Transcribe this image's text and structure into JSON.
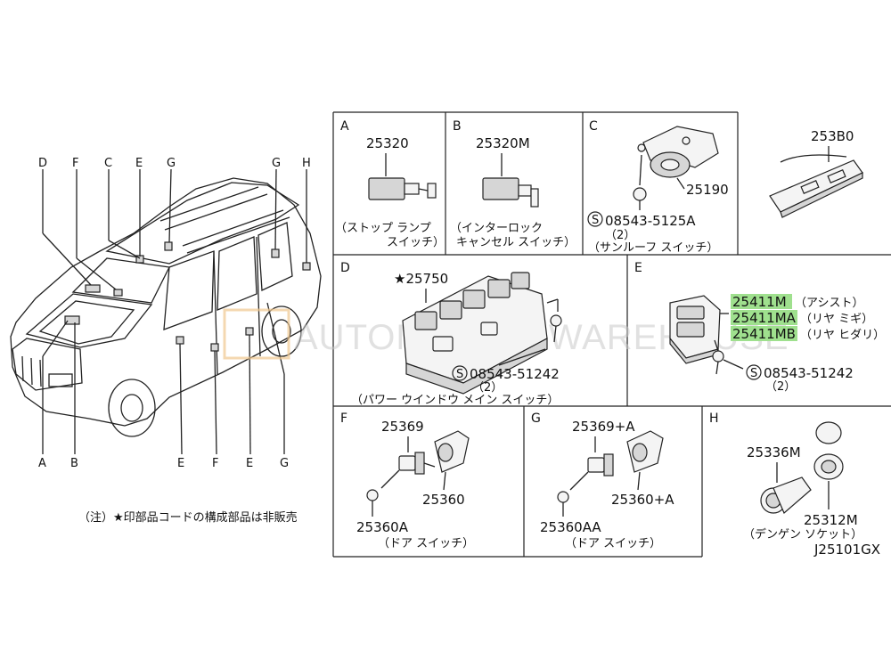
{
  "watermark": "AUTOMOTIVE WAREHOUSE",
  "diagram_code": "J25101GX",
  "footnote": "（注）★印部品コードの構成部品は非販売",
  "car_callouts": {
    "top": [
      "D",
      "F",
      "C",
      "E",
      "G",
      "G",
      "H"
    ],
    "bottom": [
      "A",
      "B",
      "E",
      "F",
      "E",
      "G"
    ]
  },
  "panels": {
    "A": {
      "letter": "A",
      "part": "25320",
      "caption": [
        "（ストップ ランプ",
        "スイッチ）"
      ]
    },
    "B": {
      "letter": "B",
      "part": "25320M",
      "caption": [
        "（インターロック",
        "キャンセル スイッチ）"
      ]
    },
    "C": {
      "letter": "C",
      "part": "25190",
      "screw": "08543-5125A",
      "qty": "（2）",
      "caption": "（サンルーフ スイッチ）"
    },
    "C2": {
      "part": "253B0"
    },
    "D": {
      "letter": "D",
      "part": "★25750",
      "screw": "08543-51242",
      "qty": "（2）",
      "caption": "（パワー ウインドウ メイン スイッチ）"
    },
    "E": {
      "letter": "E",
      "parts": [
        {
          "code": "25411M",
          "desc": "（アシスト）"
        },
        {
          "code": "25411MA",
          "desc": "（リヤ ミギ）"
        },
        {
          "code": "25411MB",
          "desc": "（リヤ ヒダリ）"
        }
      ],
      "screw": "08543-51242",
      "qty": "（2）"
    },
    "F": {
      "letter": "F",
      "part_a": "25369",
      "part_b": "25360",
      "part_c": "25360A",
      "caption": "（ドア スイッチ）"
    },
    "G": {
      "letter": "G",
      "part_a": "25369+A",
      "part_b": "25360+A",
      "part_c": "25360AA",
      "caption": "（ドア スイッチ）"
    },
    "H": {
      "letter": "H",
      "part_a": "25336M",
      "part_b": "25312M",
      "caption": "（デンゲン ソケット）"
    }
  },
  "screw_symbol": "S"
}
